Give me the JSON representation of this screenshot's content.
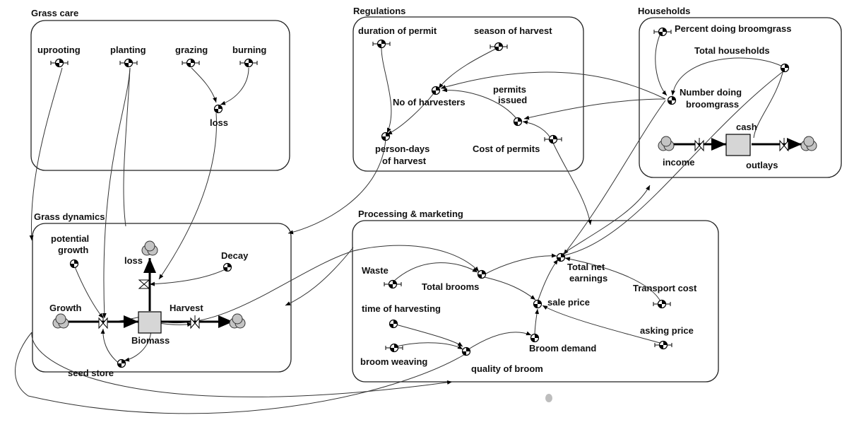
{
  "sections": {
    "grass_care": "Grass care",
    "regulations": "Regulations",
    "households": "Households",
    "grass_dynamics": "Grass dynamics",
    "processing": "Processing & marketing"
  },
  "nodes": {
    "uprooting": "uprooting",
    "planting": "planting",
    "grazing": "grazing",
    "burning": "burning",
    "loss_care": "loss",
    "duration_permit": "duration of permit",
    "season_harvest": "season of harvest",
    "no_harvesters": "No of harvesters",
    "permits_issued_1": "permits",
    "permits_issued_2": "issued",
    "person_days_1": "person-days",
    "person_days_2": "of harvest",
    "cost_permits": "Cost of permits",
    "percent_doing": "Percent doing broomgrass",
    "total_households": "Total households",
    "number_doing_1": "Number doing",
    "number_doing_2": "broomgrass",
    "cash": "cash",
    "income": "income",
    "outlays": "outlays",
    "potential_growth_1": "potential",
    "potential_growth_2": "growth",
    "loss_dyn": "loss",
    "decay": "Decay",
    "growth": "Growth",
    "harvest": "Harvest",
    "biomass": "Biomass",
    "seed_store": "seed store",
    "waste": "Waste",
    "total_brooms": "Total brooms",
    "total_net_1": "Total net",
    "total_net_2": "earnings",
    "transport_cost": "Transport cost",
    "sale_price": "sale price",
    "time_harvesting": "time of harvesting",
    "asking_price": "asking price",
    "broom_demand": "Broom demand",
    "broom_weaving": "broom weaving",
    "quality_broom": "quality of broom"
  }
}
